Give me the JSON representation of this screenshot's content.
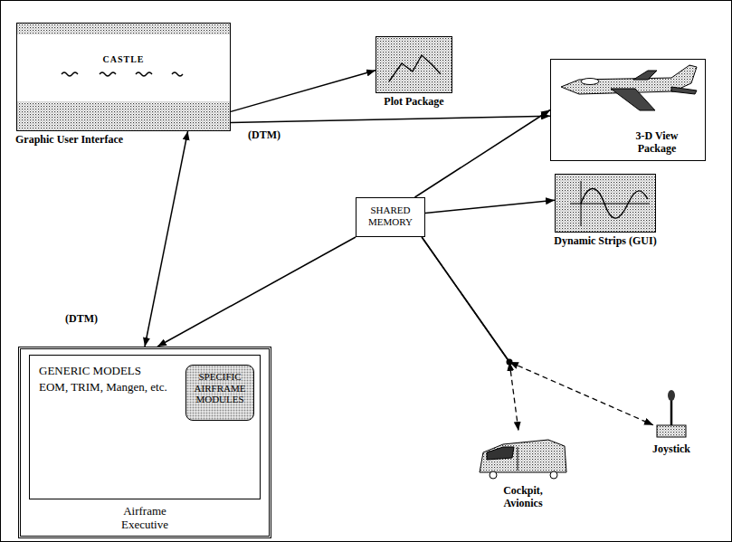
{
  "diagram": {
    "nodes": [
      {
        "text": [
          "CASTLE",
          "Graphic User Interface"
        ]
      },
      {
        "text": [
          "Plot Package"
        ]
      },
      {
        "text": [
          "3-D View Package"
        ]
      },
      {
        "text": [
          "SHARED MEMORY"
        ]
      },
      {
        "text": [
          "Dynamic Strips (GUI)"
        ]
      },
      {
        "text": [
          "Airframe Executive"
        ]
      },
      {
        "text": [
          "GENERIC MODELS",
          "EOM, TRIM, Mangen, etc."
        ],
        "in": 5
      },
      {
        "text": [
          "SPECIFIC AIRFRAME MODULES"
        ],
        "in": 6
      },
      {
        "text": [
          "Joystick"
        ]
      },
      {
        "text": [
          "Cockpit, Avionics"
        ]
      }
    ],
    "edges": [
      {
        "from": 0,
        "to": 1,
        "arrow": "to",
        "label": "(DTM)"
      },
      {
        "from": 0,
        "to": 2,
        "arrow": "to"
      },
      {
        "from": 0,
        "to": 5,
        "arrow": "both",
        "label": "(DTM)"
      },
      {
        "from": 3,
        "to": 5,
        "arrow": "to"
      },
      {
        "from": 3,
        "to": 2,
        "arrow": "to"
      },
      {
        "from": 3,
        "to": 4,
        "arrow": "to"
      },
      {
        "from": 3,
        "to": 9,
        "arrow": "both"
      },
      {
        "from": 3,
        "to": 8,
        "arrow": "both"
      }
    ]
  }
}
